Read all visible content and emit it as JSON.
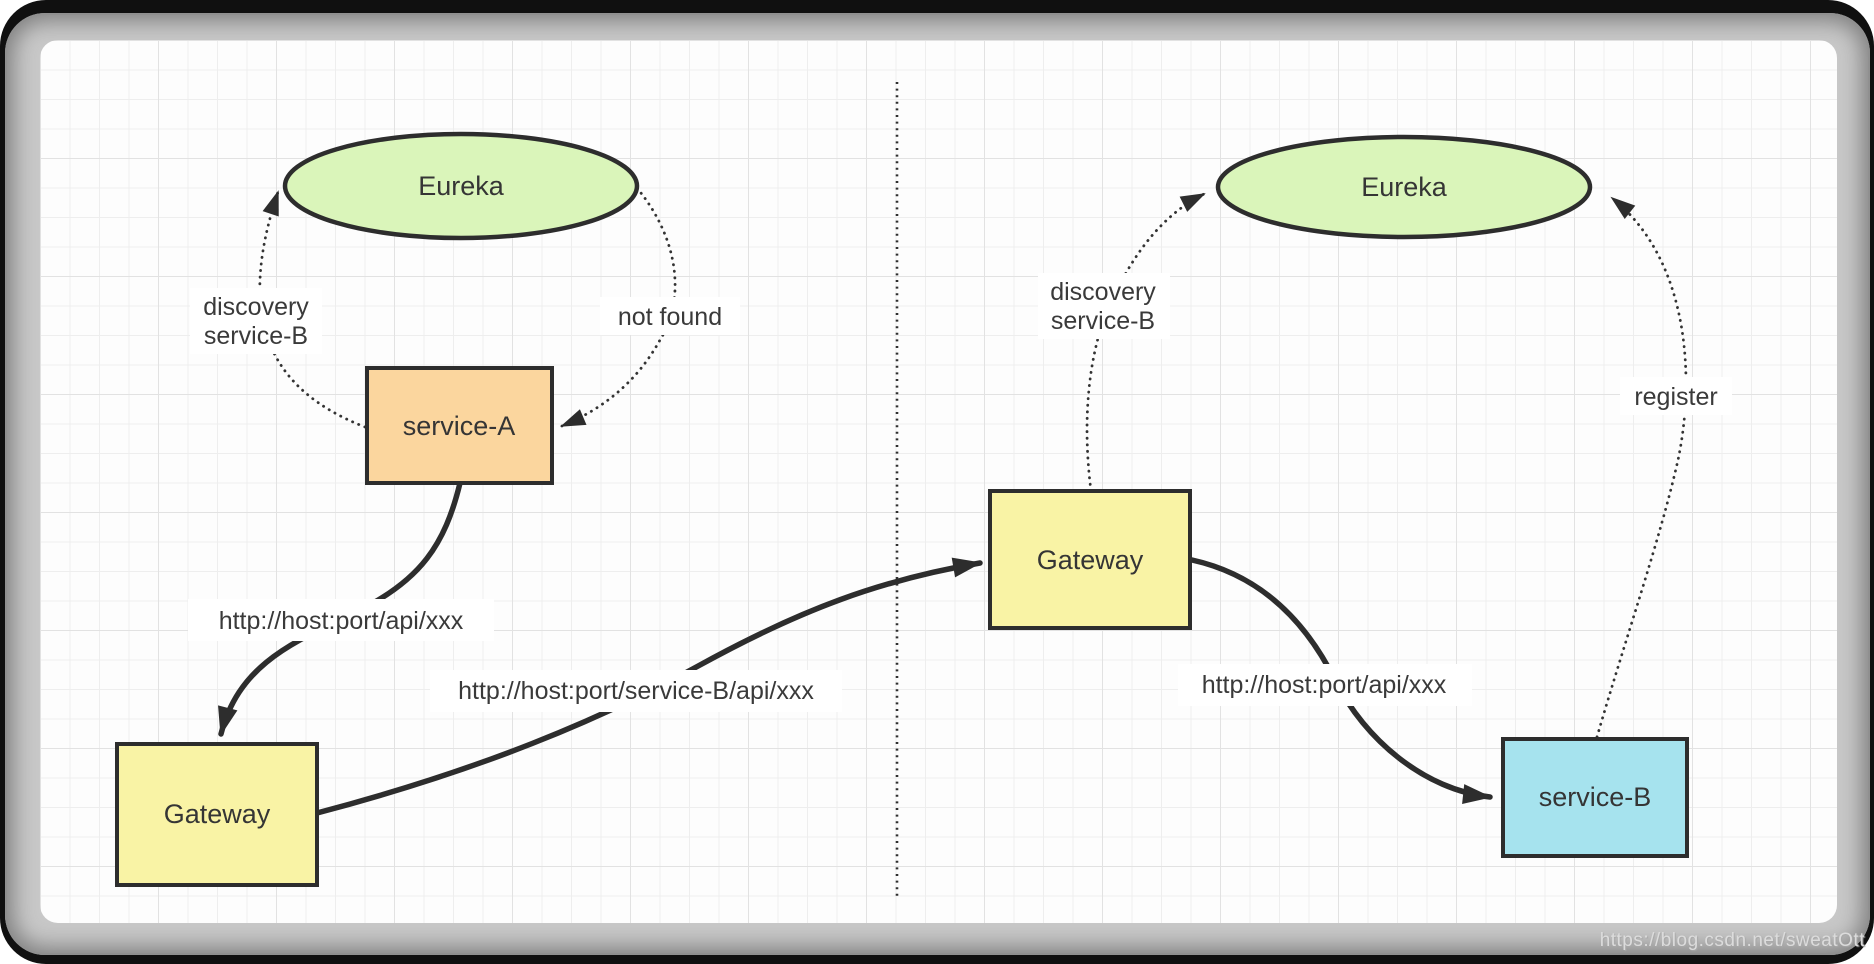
{
  "watermark": "https://blog.csdn.net/sweatOtt",
  "colors": {
    "eureka_fill": "#daf5ba",
    "service_a_fill": "#fbd69e",
    "gateway_fill": "#f9f3a5",
    "service_b_fill": "#a6e3ee",
    "stroke": "#2d2d2d"
  },
  "nodes": {
    "eureka_left": {
      "label": "Eureka"
    },
    "service_a": {
      "label": "service-A"
    },
    "gateway_left": {
      "label": "Gateway"
    },
    "gateway_right": {
      "label": "Gateway"
    },
    "eureka_right": {
      "label": "Eureka"
    },
    "service_b": {
      "label": "service-B"
    }
  },
  "edges": {
    "discovery_left": {
      "line1": "discovery",
      "line2": "service-B"
    },
    "not_found": {
      "label": "not found"
    },
    "url_to_gateway": {
      "label": "http://host:port/api/xxx"
    },
    "url_service_route": {
      "label": "http://host:port/service-B/api/xxx"
    },
    "discovery_right": {
      "line1": "discovery",
      "line2": "service-B"
    },
    "register": {
      "label": "register"
    },
    "url_to_service_b": {
      "label": "http://host:port/api/xxx"
    }
  }
}
